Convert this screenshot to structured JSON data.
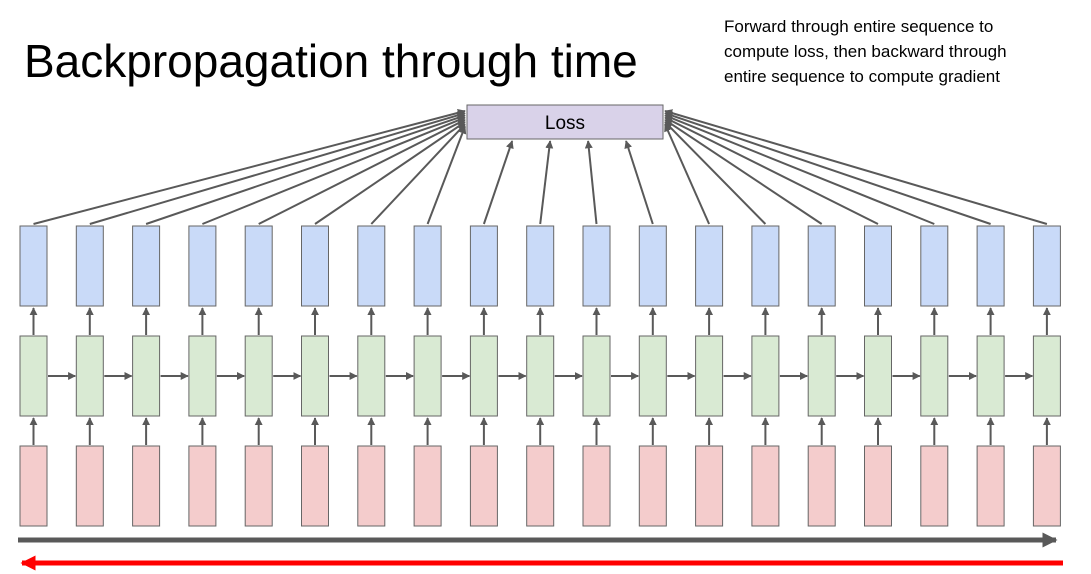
{
  "title": "Backpropagation through time",
  "note": [
    "Forward through entire sequence to",
    "compute loss, then backward through",
    "entire sequence to compute gradient"
  ],
  "loss_label": "Loss",
  "timesteps": 19,
  "colors": {
    "output_fill": "#c9daf8",
    "hidden_fill": "#d9ead3",
    "input_fill": "#f4cccc",
    "loss_fill": "#d9d2e9",
    "box_stroke": "#666666",
    "arrow": "#595959",
    "forward_arrow": "#595959",
    "backward_arrow": "#ff0000"
  }
}
